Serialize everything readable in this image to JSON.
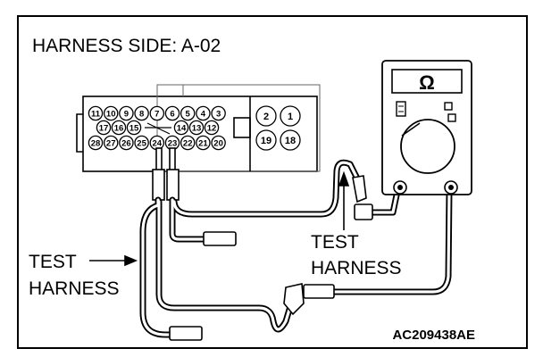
{
  "title": "HARNESS SIDE: A-02",
  "meter_symbol": "Ω",
  "connector": {
    "row1": [
      "11",
      "10",
      "9",
      "8",
      "7",
      "6",
      "5",
      "4",
      "3"
    ],
    "row2": [
      "17",
      "16",
      "15",
      "14",
      "13",
      "12"
    ],
    "row3": [
      "28",
      "27",
      "26",
      "25",
      "24",
      "23",
      "22",
      "21",
      "20"
    ],
    "large_pins": [
      "2",
      "1",
      "19",
      "18"
    ]
  },
  "labels": {
    "test_harness_left_1": "TEST",
    "test_harness_left_2": "HARNESS",
    "test_harness_right_1": "TEST",
    "test_harness_right_2": "HARNESS"
  },
  "figure_code": "AC209438AE"
}
